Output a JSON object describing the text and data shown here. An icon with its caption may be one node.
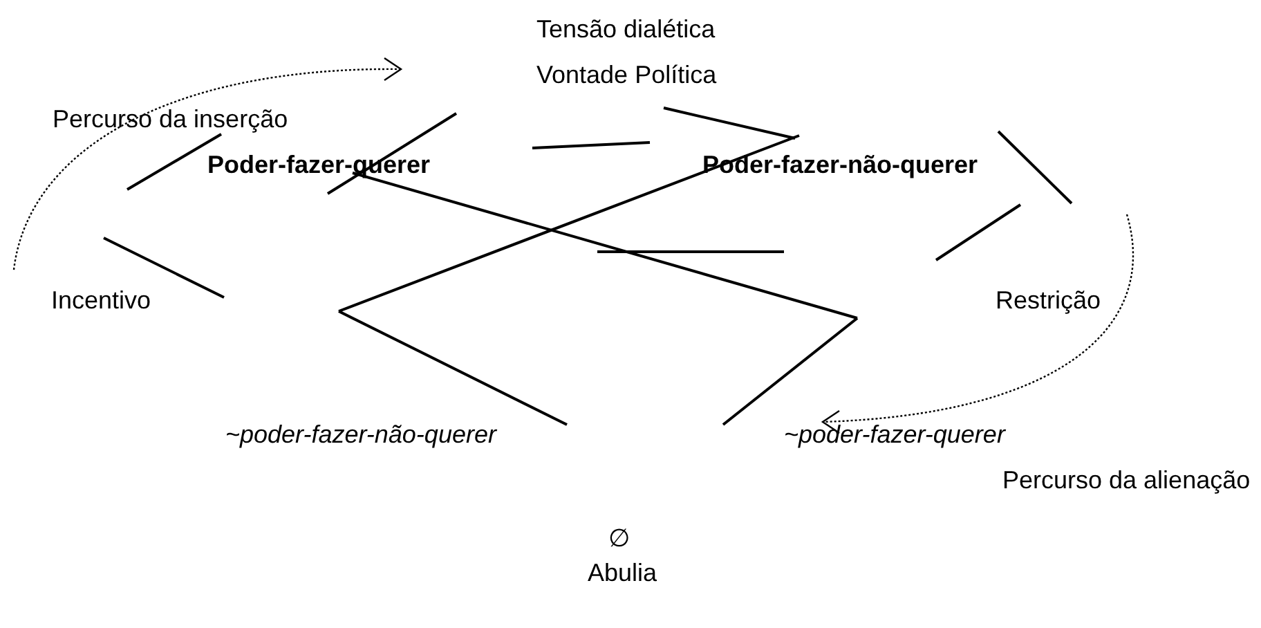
{
  "diagram": {
    "labels": [
      "Tensão dialética",
      "Vontade Política",
      "Percurso da inserção",
      "Poder-fazer-querer",
      "Poder-fazer-não-querer",
      "Incentivo",
      "Restrição",
      "~poder-fazer-não-querer",
      "~poder-fazer-querer",
      "Percurso da alienação",
      "∅",
      "Abulia"
    ]
  }
}
